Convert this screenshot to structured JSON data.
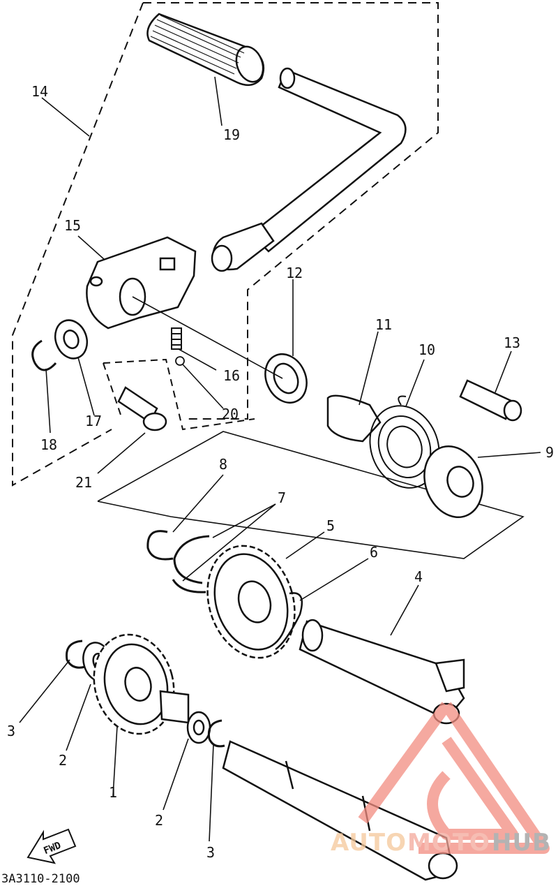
{
  "diagram": {
    "part_labels": {
      "l1": "1",
      "l2a": "2",
      "l2b": "2",
      "l3a": "3",
      "l3b": "3",
      "l4": "4",
      "l5": "5",
      "l6": "6",
      "l7": "7",
      "l8": "8",
      "l9": "9",
      "l10": "10",
      "l11": "11",
      "l12": "12",
      "l13": "13",
      "l14": "14",
      "l15": "15",
      "l16": "16",
      "l17": "17",
      "l18": "18",
      "l19": "19",
      "l20": "20",
      "l21": "21"
    },
    "drawing_code": "3A3110-2100",
    "direction_marker": "FWD",
    "watermark": {
      "part1": "AUTO",
      "part2": "MOTO",
      "part3": "HUB",
      "color_auto": "#f5c89a",
      "color_moto": "#f3a79a",
      "color_hub": "#9a9a9a"
    }
  }
}
